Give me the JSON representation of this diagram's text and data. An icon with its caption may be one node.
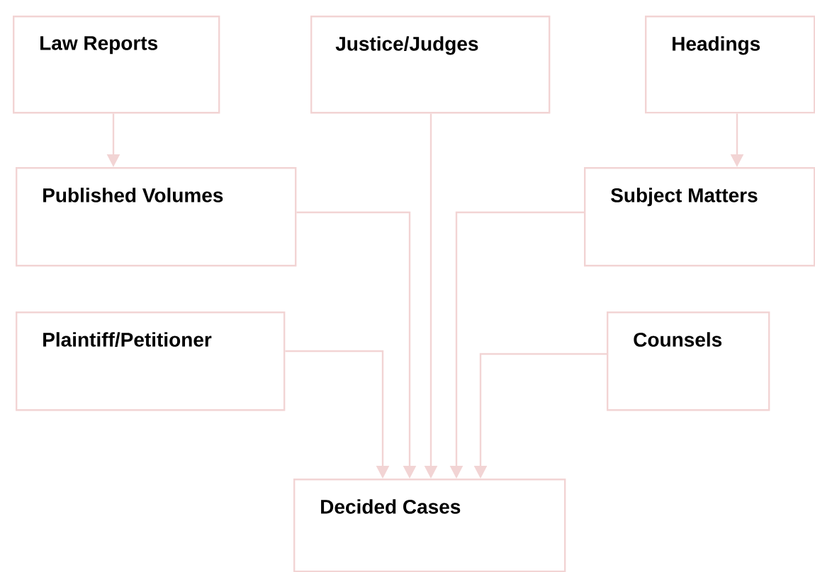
{
  "diagram": {
    "nodes": [
      {
        "text": [
          "Law Reports"
        ]
      },
      {
        "text": [
          "Justice/Judges"
        ]
      },
      {
        "text": [
          "Headings"
        ]
      },
      {
        "text": [
          "Published Volumes"
        ]
      },
      {
        "text": [
          "Subject Matters"
        ]
      },
      {
        "text": [
          "Plaintiff/Petitioner"
        ]
      },
      {
        "text": [
          "Counsels"
        ]
      },
      {
        "text": [
          "Decided Cases"
        ]
      }
    ],
    "edges": [
      {
        "from": 0,
        "to": 3,
        "arrow": "to"
      },
      {
        "from": 2,
        "to": 4,
        "arrow": "to"
      },
      {
        "from": 5,
        "to": 7,
        "arrow": "to"
      },
      {
        "from": 3,
        "to": 7,
        "arrow": "to"
      },
      {
        "from": 1,
        "to": 7,
        "arrow": "to"
      },
      {
        "from": 4,
        "to": 7,
        "arrow": "to"
      },
      {
        "from": 6,
        "to": 7,
        "arrow": "to"
      }
    ]
  }
}
